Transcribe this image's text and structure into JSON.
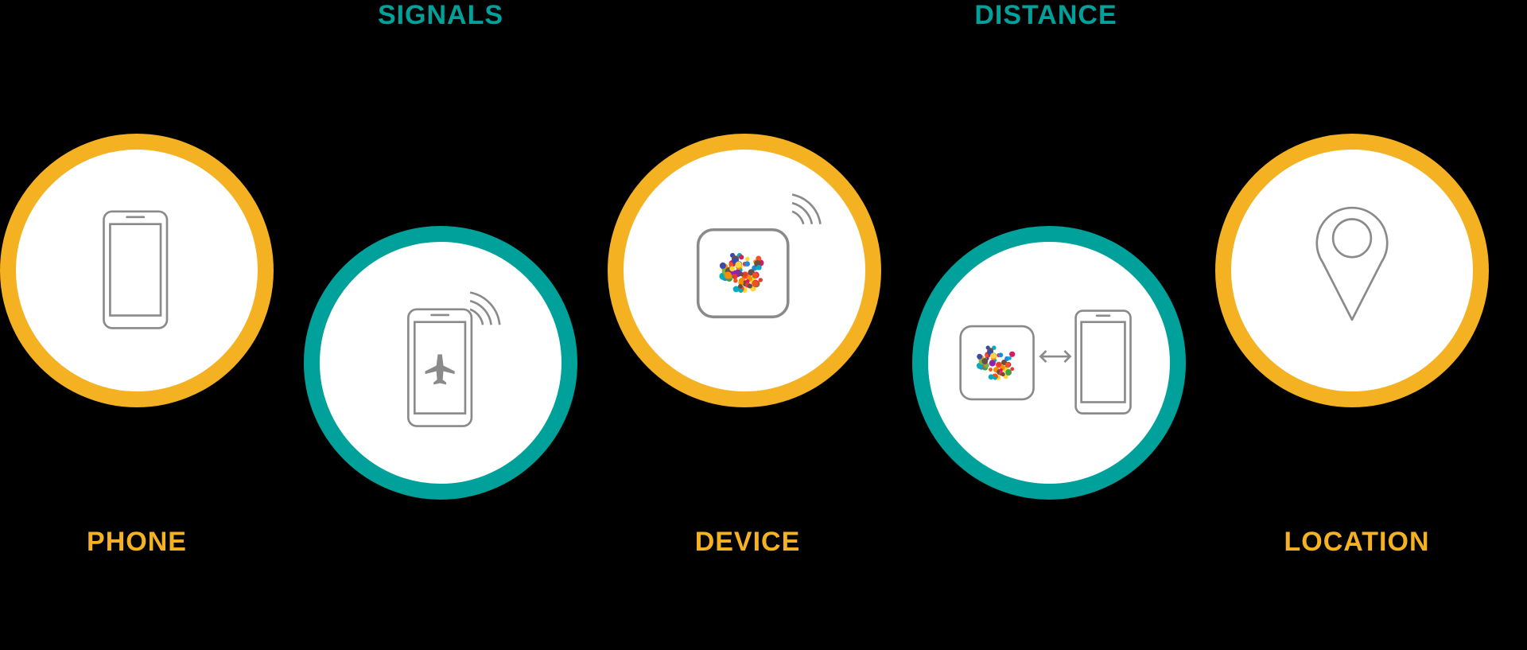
{
  "colors": {
    "background": "#000000",
    "yellow": "#F4B223",
    "teal": "#00A19A",
    "icon_gray": "#8A8A8A"
  },
  "steps": [
    {
      "label": "PHONE",
      "ring": "yellow",
      "icon": "smartphone-icon"
    },
    {
      "label": "SIGNALS",
      "ring": "teal",
      "icon": "airplane-mode-phone-icon"
    },
    {
      "label": "DEVICE",
      "ring": "yellow",
      "icon": "beacon-device-icon"
    },
    {
      "label": "DISTANCE",
      "ring": "teal",
      "icon": "device-to-phone-distance-icon"
    },
    {
      "label": "LOCATION",
      "ring": "yellow",
      "icon": "location-pin-icon"
    }
  ]
}
